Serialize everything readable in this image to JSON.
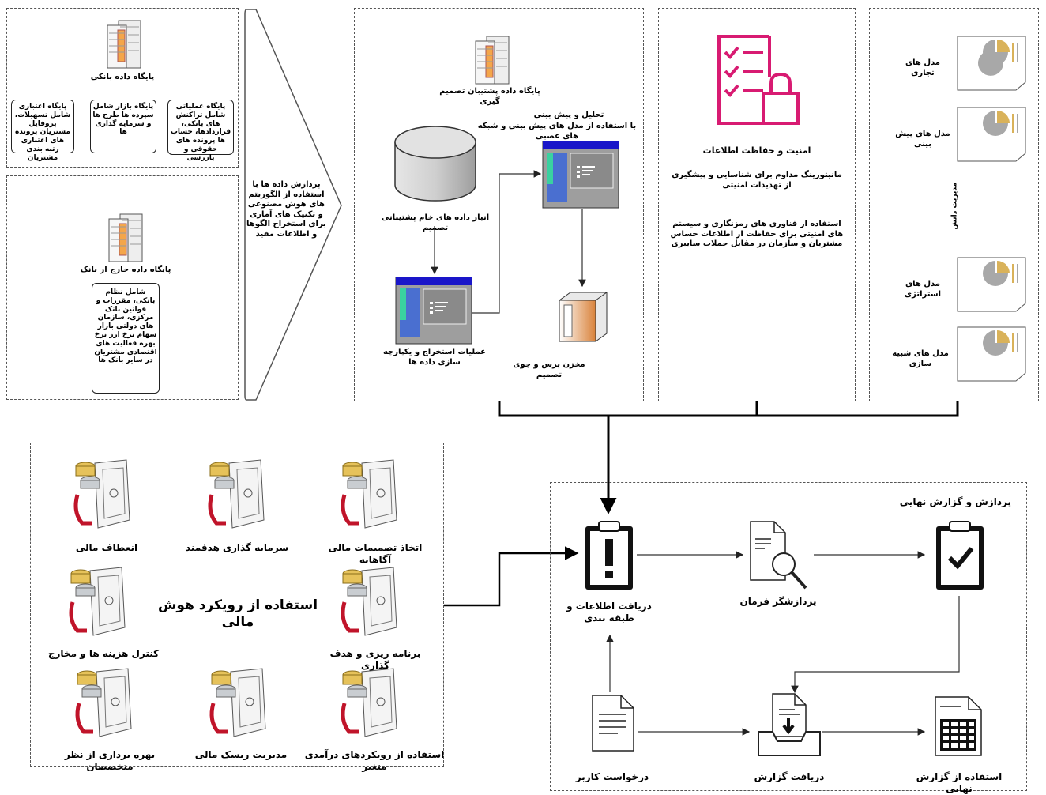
{
  "banking_panel": {
    "title": "پایگاه داده بانکی",
    "credit_db": "پایگاه اعتباری شامل تسهیلات، پروفایل مشتریان پرونده های اعتباری رتبه بندی مشتریان",
    "market_db": "پایگاه بازار شامل سپرده ها طرح ها و سرمایه گذاری ها",
    "operational_db": "پایگاه عملیاتی شامل تراکنش های بانکی، قراردادها، حساب ها پرونده های حقوقی و بازرسی"
  },
  "external_panel": {
    "title": "پایگاه داده خارج از بانک",
    "content": "شامل نظام بانکی، مقررات و قوانین بانک مرکزی، سازمان های دولتی بازار سهام نرخ ارز نرخ بهره فعالیت های اقتصادی مشتریان در سایر بانک ها"
  },
  "arrow_text": "پردازش داده ها با استفاده از الگوریتم های هوش مصنوعی و تکنیک های آماری برای استخراج الگوها و اطلاعات مفید",
  "dss_panel": {
    "title": "پایگاه داده پشتیبان تصمیم گیری",
    "analysis_line1": "تحلیل و پیش بینی",
    "analysis_line2": "با استفاده از مدل های پیش بینی و شبکه های عصبی",
    "raw_store": "انبار داده های خام پشتیبانی تصمیم",
    "etl": "عملیات استخراج و یکپارچه سازی داده ها",
    "query_store": "مخزن پرس و جوی تصمیم"
  },
  "security_panel": {
    "title": "امنیت و حفاظت اطلاعات",
    "item1": "مانیتورینگ مداوم برای شناسایی و پیشگیری از تهدیدات امنیتی",
    "item2": "استفاده از فناوری های رمزنگاری و سیستم های امنیتی برای حفاظت از اطلاعات حساس مشتریان و سازمان در مقابل حملات سایبری"
  },
  "models_panel": {
    "side_label": "مدیریت دانش",
    "items": [
      "مدل های تجاری",
      "مدل های پیش بینی",
      "مدل های استراتژی",
      "مدل های شبیه سازی"
    ]
  },
  "intelligence_panel": {
    "title": "استفاده از رویکرد هوش مالی",
    "items": [
      "اتخاذ تصمیمات مالی آگاهانه",
      "سرمایه گذاری هدفمند",
      "انعطاف مالی",
      "برنامه ریزی و هدف گذاری",
      "کنترل هزینه ها و مخارج",
      "استفاده از رویکردهای درآمدی متغیر",
      "مدیریت ریسک مالی",
      "بهره برداری از نظر متخصصان"
    ]
  },
  "processing_panel": {
    "title": "پردازش و گزارش نهایی",
    "receive_classify": "دریافت اطلاعات و طبقه بندی",
    "command_processor": "پردازشگر فرمان",
    "user_request": "درخواست کاربر",
    "receive_report": "دریافت گزارش",
    "use_final_report": "استفاده از گزارش نهایی"
  },
  "colors": {
    "accent_pink": "#d81b72",
    "window_blue": "#1a16c9",
    "pie_gold": "#d9b25a",
    "pie_gray": "#a8a8a8"
  }
}
